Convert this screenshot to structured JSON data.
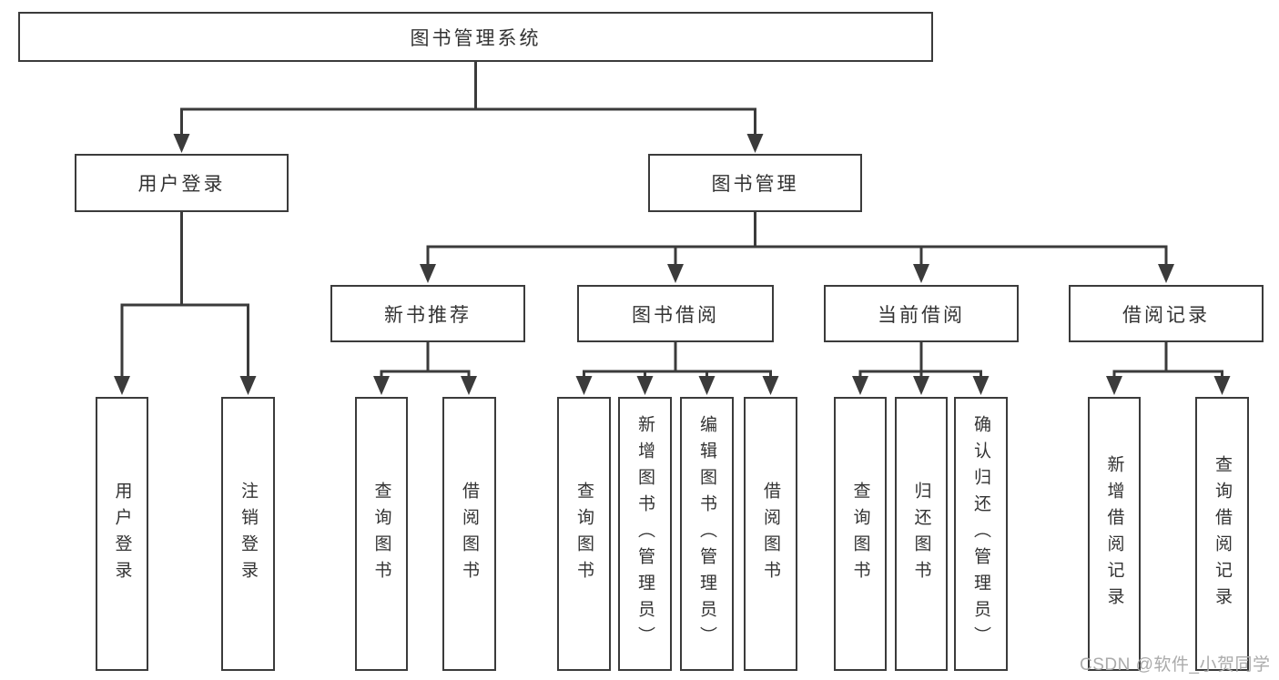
{
  "watermark": "CSDN @软件_小贺同学",
  "colors": {
    "line": "#3b3b3b",
    "text": "#333333",
    "watermark": "#ababab",
    "background": "#ffffff"
  },
  "tree": {
    "root": {
      "label": "图书管理系统",
      "children": [
        {
          "label": "用户登录",
          "children": [
            {
              "label": "用户登录"
            },
            {
              "label": "注销登录"
            }
          ]
        },
        {
          "label": "图书管理",
          "children": [
            {
              "label": "新书推荐",
              "children": [
                {
                  "label": "查询图书"
                },
                {
                  "label": "借阅图书"
                }
              ]
            },
            {
              "label": "图书借阅",
              "children": [
                {
                  "label": "查询图书"
                },
                {
                  "label": "新增图书（管理员）"
                },
                {
                  "label": "编辑图书（管理员）"
                },
                {
                  "label": "借阅图书"
                }
              ]
            },
            {
              "label": "当前借阅",
              "children": [
                {
                  "label": "查询图书"
                },
                {
                  "label": "归还图书"
                },
                {
                  "label": "确认归还（管理员）"
                }
              ]
            },
            {
              "label": "借阅记录",
              "children": [
                {
                  "label": "新增借阅记录"
                },
                {
                  "label": "查询借阅记录"
                }
              ]
            }
          ]
        }
      ]
    }
  }
}
